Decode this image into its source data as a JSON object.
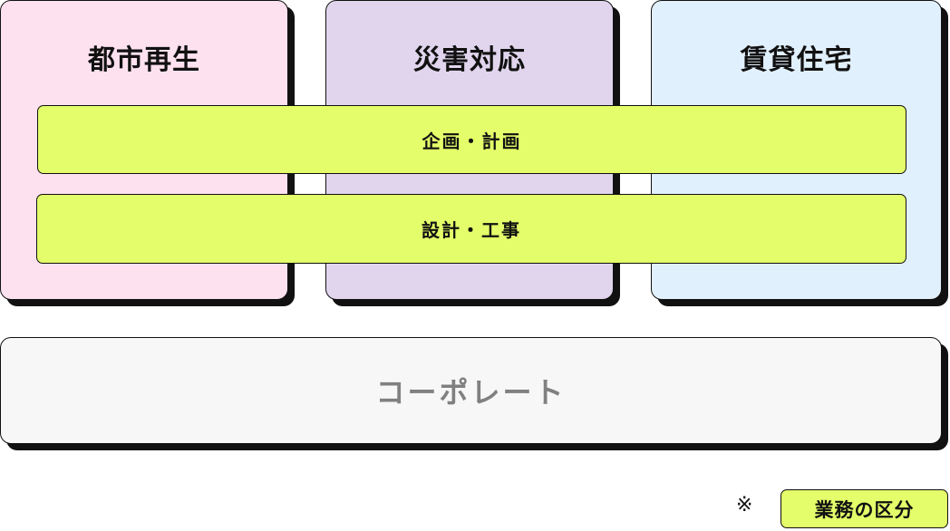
{
  "columns": [
    {
      "title": "都市再生",
      "color": "#fde1ef"
    },
    {
      "title": "災害対応",
      "color": "#e1d5ee"
    },
    {
      "title": "賃貸住宅",
      "color": "#e1f0fd"
    }
  ],
  "bands": [
    {
      "label": "企画・計画"
    },
    {
      "label": "設計・工事"
    }
  ],
  "corporate": {
    "label": "コーポレート",
    "color": "#f7f7f7",
    "text_color": "#808080"
  },
  "legend": {
    "mark": "※",
    "label": "業務の区分"
  },
  "colors": {
    "band": "#e4fd6a",
    "border": "#111111"
  }
}
